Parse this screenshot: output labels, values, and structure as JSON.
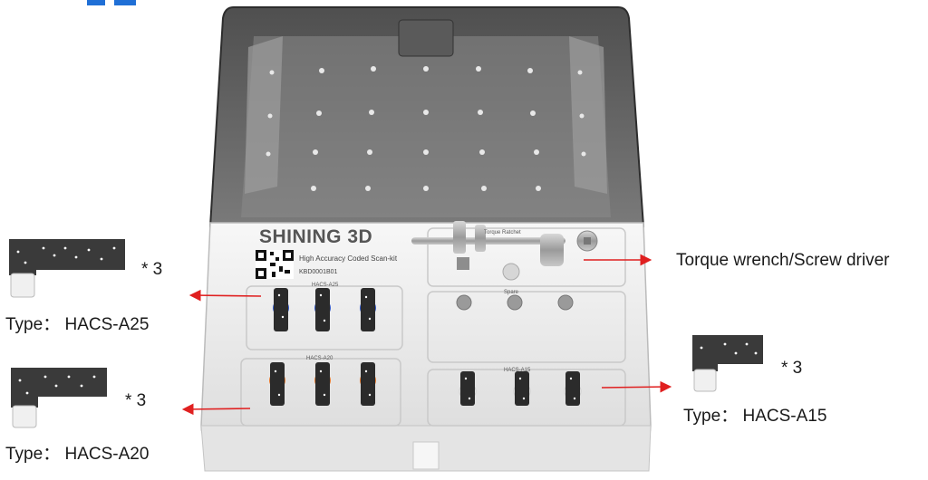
{
  "brand": {
    "name": "SHINING 3D",
    "subtitle": "High Accuracy Coded Scan-kit",
    "serial": "KBD0001B01"
  },
  "tray": {
    "ratchet_label": "Torque Ratchet",
    "spare_label": "Spare",
    "slots": [
      {
        "label": "HACS-A25",
        "color": "#2f56c9"
      },
      {
        "label": "HACS-A20",
        "color": "#e6782a"
      },
      {
        "label": "HACS-A15",
        "color": "#f4f4f4"
      }
    ]
  },
  "callouts": {
    "tool": "Torque wrench/Screw driver",
    "a25": {
      "qty": "* 3",
      "type": "Type：  HACS-A25"
    },
    "a20": {
      "qty": "* 3",
      "type": "Type：  HACS-A20"
    },
    "a15": {
      "qty": "* 3",
      "type": "Type：  HACS-A15"
    }
  },
  "colors": {
    "arrow": "#e02020",
    "lid": "#6b6b6b",
    "body": "#f1f1f1",
    "accent": "#1f6fd6"
  }
}
